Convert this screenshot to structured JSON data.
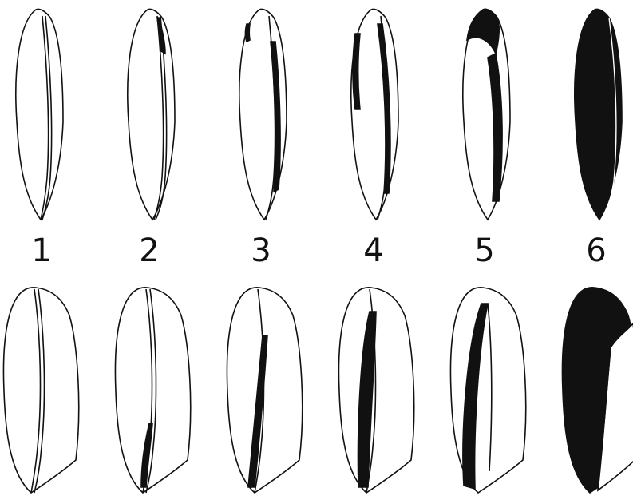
{
  "labels": [
    "1",
    "2",
    "3",
    "4",
    "5",
    "6"
  ],
  "colors": {
    "ink": "#111111",
    "paper": "#ffffff"
  }
}
